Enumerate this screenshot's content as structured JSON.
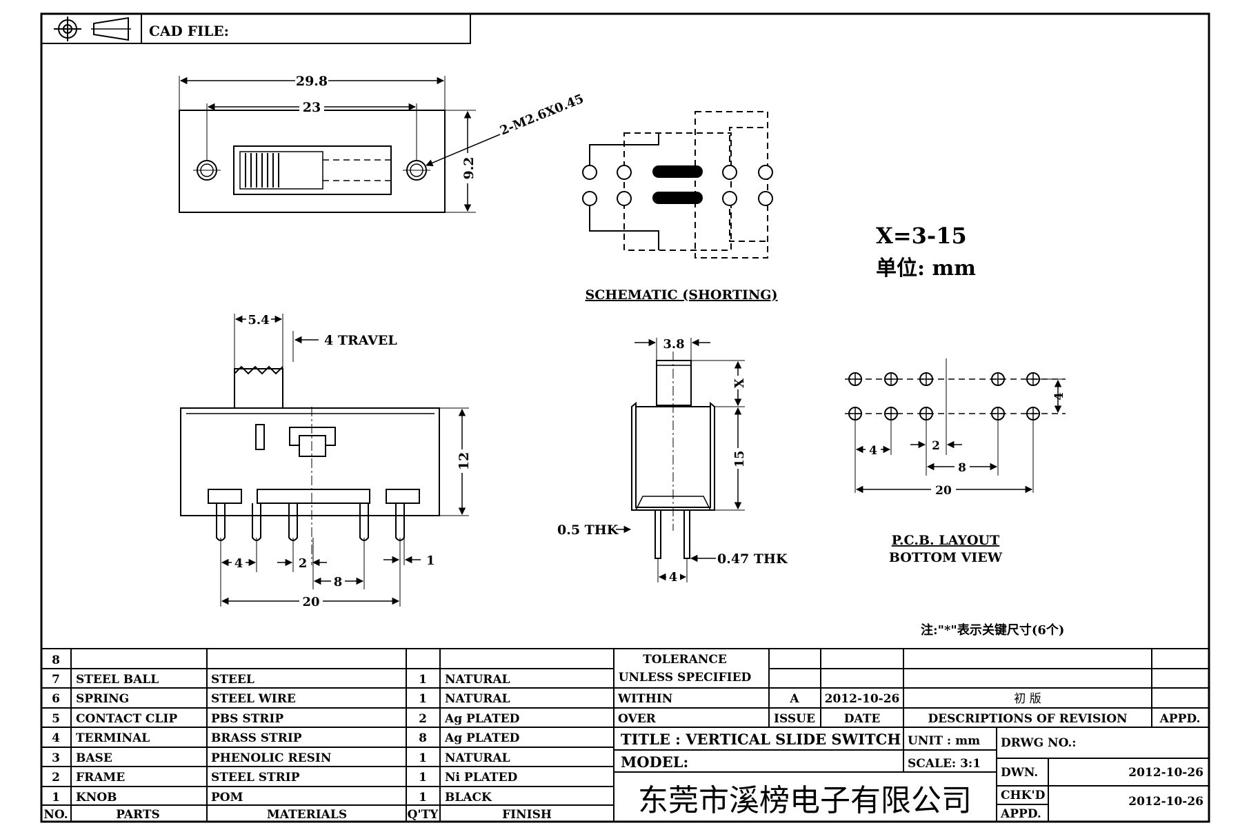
{
  "header": {
    "cad_label": "CAD FILE:"
  },
  "icons": [
    "projection-crosshair-icon",
    "projection-cone-icon"
  ],
  "top_view": {
    "length_overall": "29.8",
    "hole_pitch": "23",
    "height": "9.2",
    "screw_note": "2-M2.6X0.45"
  },
  "schematic": {
    "caption": "SCHEMATIC (SHORTING)"
  },
  "note": {
    "range": "X=3-15",
    "unit": "单位: mm",
    "footnote": "注:\"*\"表示关键尺寸(6个)"
  },
  "side_view": {
    "knob_width": "5.4",
    "travel": "4 TRAVEL",
    "height": "12",
    "pitch_a": "4",
    "pitch_b": "2",
    "pitch_c": "8",
    "pin_w": "1",
    "span": "20"
  },
  "end_view": {
    "knob": "3.8",
    "x_dim": "X",
    "height": "15",
    "frame_thk": "0.5 THK",
    "pin_thk": "0.47 THK",
    "pin_pitch": "4"
  },
  "pcb": {
    "caption": "P.C.B. LAYOUT",
    "subcaption": "BOTTOM VIEW",
    "row_pitch": "4",
    "d1": "4",
    "d2": "2",
    "d3": "8",
    "span": "20"
  },
  "bom": {
    "rows": [
      {
        "no": "8",
        "part": "",
        "material": "",
        "qty": "",
        "finish": ""
      },
      {
        "no": "7",
        "part": "STEEL BALL",
        "material": "STEEL",
        "qty": "1",
        "finish": "NATURAL"
      },
      {
        "no": "6",
        "part": "SPRING",
        "material": "STEEL WIRE",
        "qty": "1",
        "finish": "NATURAL"
      },
      {
        "no": "5",
        "part": "CONTACT CLIP",
        "material": "PBS STRIP",
        "qty": "2",
        "finish": "Ag PLATED"
      },
      {
        "no": "4",
        "part": "TERMINAL",
        "material": "BRASS STRIP",
        "qty": "8",
        "finish": "Ag PLATED"
      },
      {
        "no": "3",
        "part": "BASE",
        "material": "PHENOLIC RESIN",
        "qty": "1",
        "finish": "NATURAL"
      },
      {
        "no": "2",
        "part": "FRAME",
        "material": "STEEL STRIP",
        "qty": "1",
        "finish": "Ni PLATED"
      },
      {
        "no": "1",
        "part": "KNOB",
        "material": "POM",
        "qty": "1",
        "finish": "BLACK"
      }
    ],
    "headers": {
      "no": "NO.",
      "part": "PARTS",
      "material": "MATERIALS",
      "qty": "Q'TY",
      "finish": "FINISH"
    }
  },
  "tolerance": {
    "title": "TOLERANCE",
    "sub": "UNLESS  SPECIFIED",
    "within": "WITHIN",
    "over": "OVER"
  },
  "revision": {
    "issue_val": "A",
    "date_val": "2012-10-26",
    "desc_val": "初  版",
    "issue": "ISSUE",
    "date": "DATE",
    "desc": "DESCRIPTIONS OF REVISION",
    "appd": "APPD."
  },
  "title_block": {
    "title": "TITLE :  VERTICAL SLIDE SWITCH",
    "unit": "UNIT :  mm",
    "scale": "SCALE:  3:1",
    "drwg_no": "DRWG NO.:",
    "model": "MODEL:",
    "company": "东莞市溪榜电子有限公司",
    "dwn": "DWN.",
    "dwn_date": "2012-10-26",
    "chkd": "CHK'D",
    "chkd_date": "2012-10-26",
    "appd": "APPD."
  }
}
